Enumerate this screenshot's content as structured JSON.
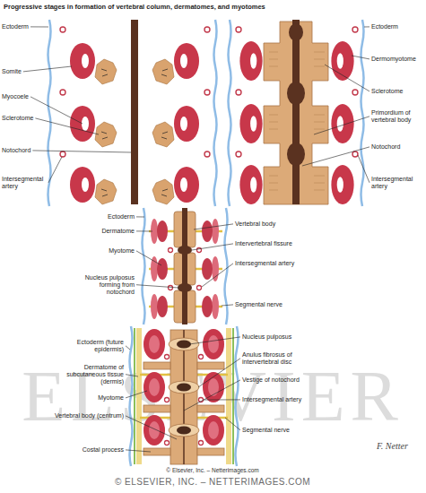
{
  "diagram": {
    "title": "Progressive stages in formation of vertebral column, dermatomes, and myotomes",
    "labels": [
      "Ectoderm",
      "Somite",
      "Myocoele",
      "Sclerotome",
      "Notochord",
      "Intersegmental artery",
      "Ectoderm",
      "Dermomyotome",
      "Sclerotome",
      "Primordium of vertebral body",
      "Notochord",
      "Intersegmental artery",
      "Ectoderm",
      "Dermatome",
      "Myotome",
      "Nucleus pulposus forming from notochord",
      "Vertebral body",
      "Intervertebral fissure",
      "Intersegmental artery",
      "Segmental nerve",
      "Ectoderm (future epidermis)",
      "Dermatome of subcutaneous tissue (dermis)",
      "Myotome",
      "Vertebral body (centrum)",
      "Costal process",
      "Nucleus pulposus",
      "Anulus fibrosus of intervertebral disc",
      "Vestige of notochord",
      "Intersegmental artery",
      "Segmental nerve",
      "F. Netter",
      "ELSEVIER",
      "© Elsevier, Inc. – Netterimages.com",
      "© ELSEVIER, INC. – NETTERIMAGES.COM"
    ]
  }
}
